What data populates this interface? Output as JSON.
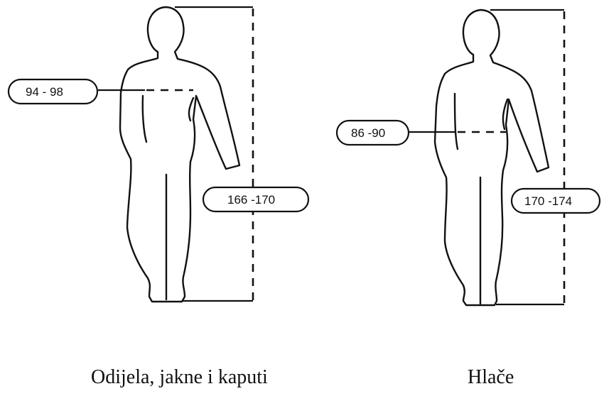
{
  "figures": [
    {
      "caption": "Odijela, jakne i kaputi",
      "chest_label": "94 - 98",
      "height_label": "166 -170"
    },
    {
      "caption": "Hlače",
      "waist_label": "86 -90",
      "height_label": "170 -174"
    }
  ]
}
